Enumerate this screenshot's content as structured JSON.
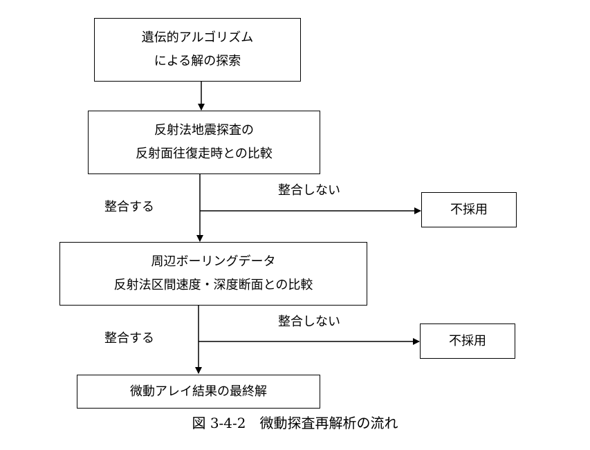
{
  "diagram": {
    "step1": {
      "line1": "遺伝的アルゴリズム",
      "line2": "による解の探索"
    },
    "step2": {
      "line1": "反射法地震探査の",
      "line2": "反射面往復走時との比較"
    },
    "step3": {
      "line1": "周辺ボーリングデータ",
      "line2": "反射法区間速度・深度断面との比較"
    },
    "step4": {
      "line1": "微動アレイ結果の最終解"
    },
    "reject1": {
      "label": "不採用"
    },
    "reject2": {
      "label": "不採用"
    },
    "branch1": {
      "match_label": "整合する",
      "mismatch_label": "整合しない"
    },
    "branch2": {
      "match_label": "整合する",
      "mismatch_label": "整合しない"
    }
  },
  "caption": "図 3-4-2　微動探査再解析の流れ"
}
